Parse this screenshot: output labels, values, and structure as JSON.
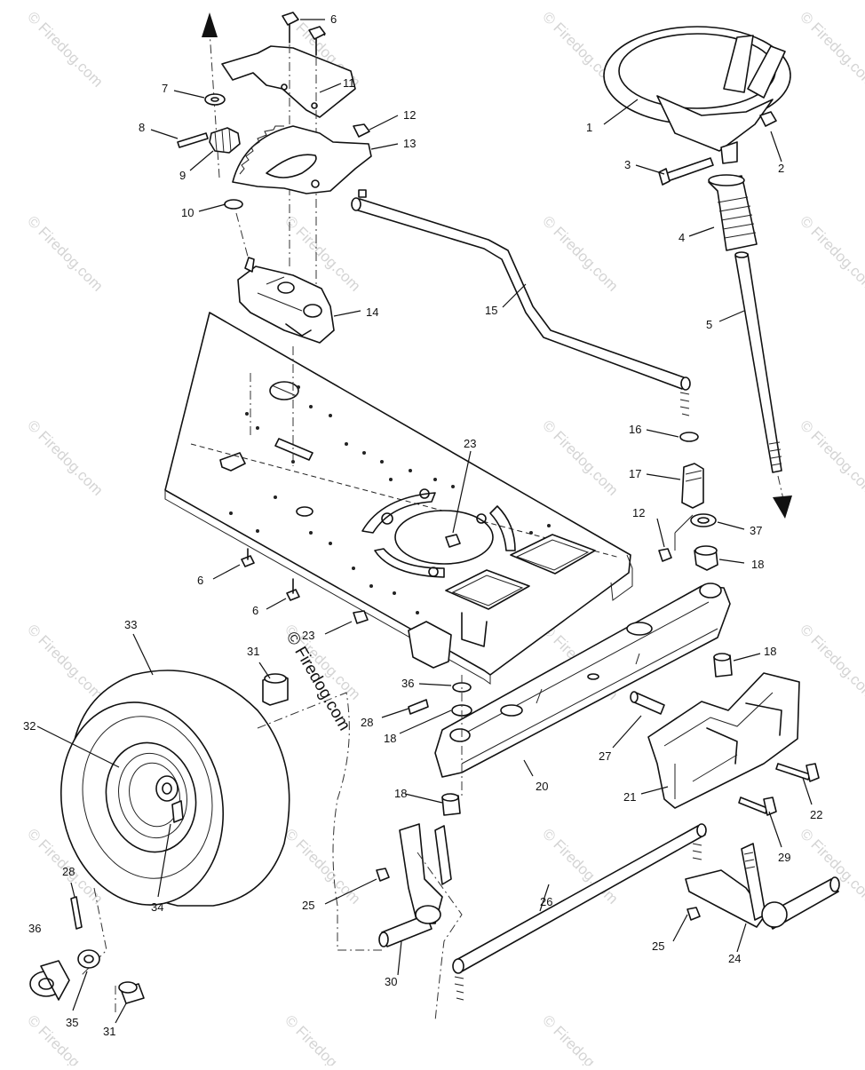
{
  "watermark": "© Firedog.com",
  "copyright": "© Firedog.com",
  "callouts": [
    {
      "id": "c1",
      "label": "1"
    },
    {
      "id": "c2",
      "label": "2"
    },
    {
      "id": "c3",
      "label": "3"
    },
    {
      "id": "c4",
      "label": "4"
    },
    {
      "id": "c5",
      "label": "5"
    },
    {
      "id": "c6a",
      "label": "6"
    },
    {
      "id": "c6b",
      "label": "6"
    },
    {
      "id": "c6c",
      "label": "6"
    },
    {
      "id": "c7",
      "label": "7"
    },
    {
      "id": "c8",
      "label": "8"
    },
    {
      "id": "c9",
      "label": "9"
    },
    {
      "id": "c10",
      "label": "10"
    },
    {
      "id": "c11",
      "label": "11"
    },
    {
      "id": "c12a",
      "label": "12"
    },
    {
      "id": "c12b",
      "label": "12"
    },
    {
      "id": "c13",
      "label": "13"
    },
    {
      "id": "c14",
      "label": "14"
    },
    {
      "id": "c15",
      "label": "15"
    },
    {
      "id": "c16",
      "label": "16"
    },
    {
      "id": "c17",
      "label": "17"
    },
    {
      "id": "c18a",
      "label": "18"
    },
    {
      "id": "c18b",
      "label": "18"
    },
    {
      "id": "c18c",
      "label": "18"
    },
    {
      "id": "c18d",
      "label": "18"
    },
    {
      "id": "c20",
      "label": "20"
    },
    {
      "id": "c21",
      "label": "21"
    },
    {
      "id": "c22",
      "label": "22"
    },
    {
      "id": "c23a",
      "label": "23"
    },
    {
      "id": "c23b",
      "label": "23"
    },
    {
      "id": "c24",
      "label": "24"
    },
    {
      "id": "c25a",
      "label": "25"
    },
    {
      "id": "c25b",
      "label": "25"
    },
    {
      "id": "c26",
      "label": "26"
    },
    {
      "id": "c27",
      "label": "27"
    },
    {
      "id": "c28a",
      "label": "28"
    },
    {
      "id": "c28b",
      "label": "28"
    },
    {
      "id": "c29",
      "label": "29"
    },
    {
      "id": "c30",
      "label": "30"
    },
    {
      "id": "c31a",
      "label": "31"
    },
    {
      "id": "c31b",
      "label": "31"
    },
    {
      "id": "c32",
      "label": "32"
    },
    {
      "id": "c33",
      "label": "33"
    },
    {
      "id": "c34",
      "label": "34"
    },
    {
      "id": "c35",
      "label": "35"
    },
    {
      "id": "c36a",
      "label": "36"
    },
    {
      "id": "c36b",
      "label": "36"
    },
    {
      "id": "c37",
      "label": "37"
    }
  ]
}
